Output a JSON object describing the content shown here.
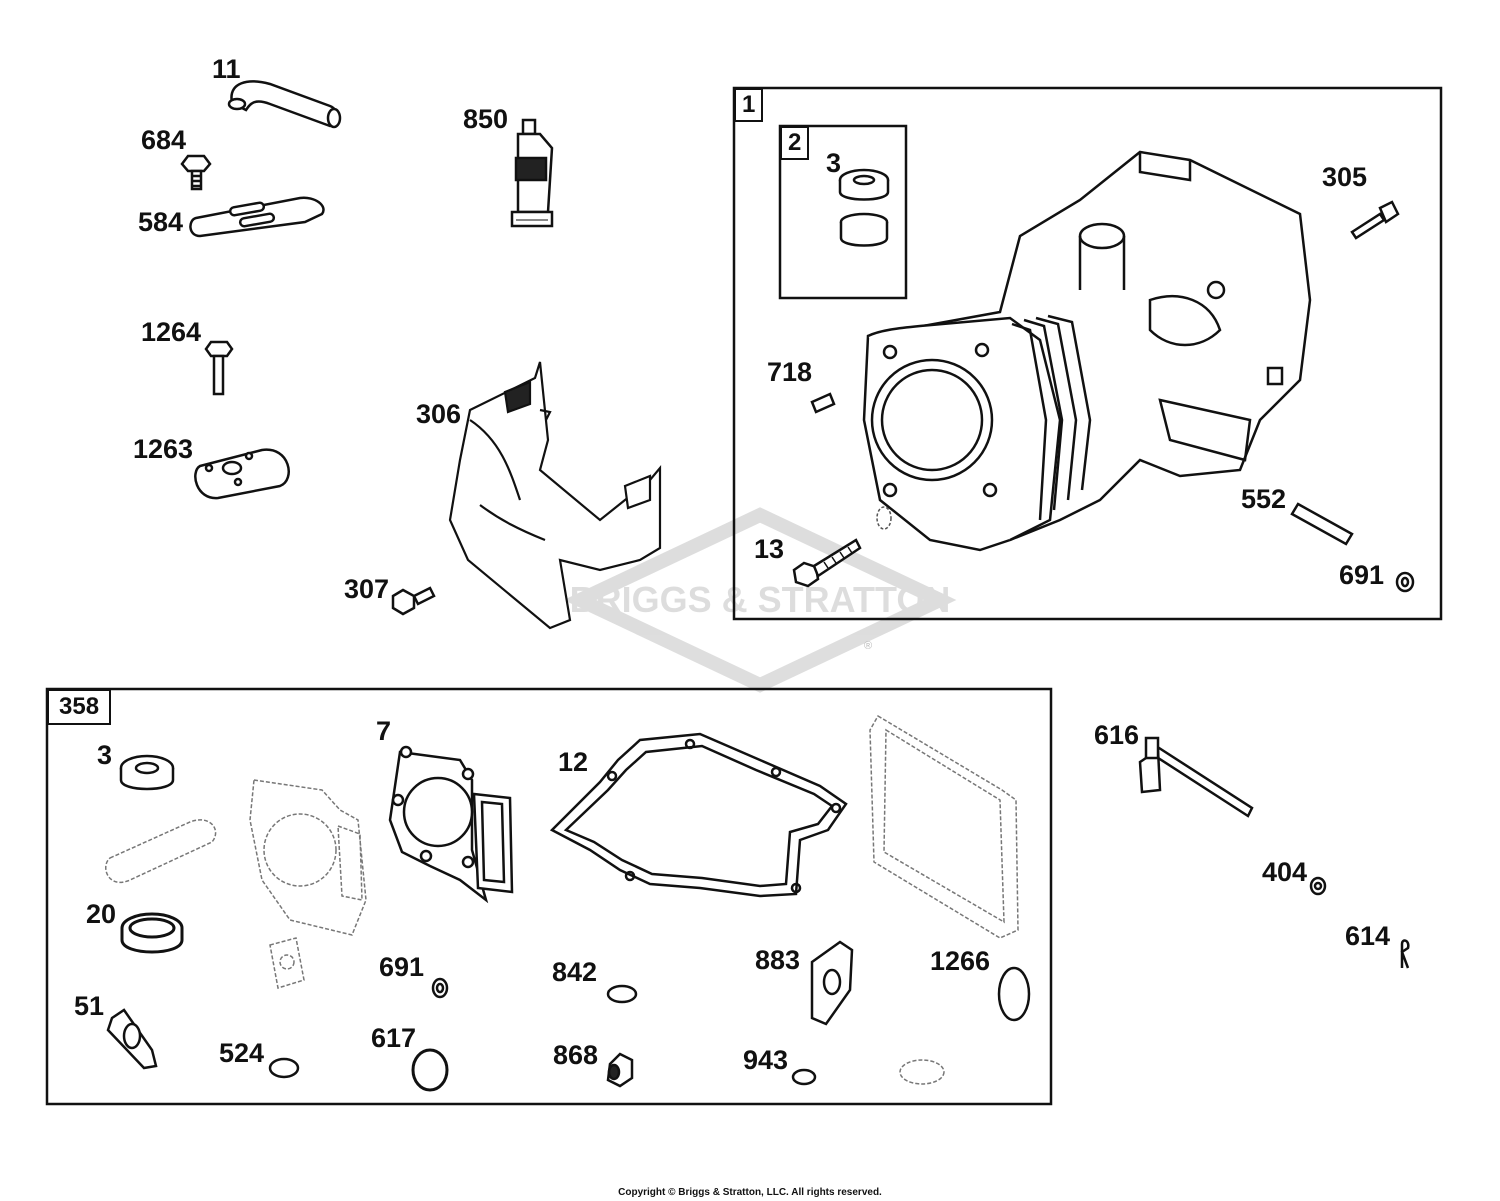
{
  "diagram": {
    "watermark": "BRIGGS & STRATTON",
    "watermark_mark": "®",
    "copyright": "Copyright © Briggs & Stratton, LLC. All rights reserved.",
    "boxes": {
      "cylinder_assembly": "1",
      "bushing_kit": "2",
      "gasket_set": "358"
    },
    "callouts": {
      "breather_tube": "11",
      "screw_684": "684",
      "breather_cover": "584",
      "sealant": "850",
      "screw_1264": "1264",
      "plate_1263": "1263",
      "air_guide": "306",
      "screw_307": "307",
      "seal_3_top": "3",
      "screw_305": "305",
      "pin_718": "718",
      "screw_13": "13",
      "tube_552": "552",
      "seal_691_top": "691",
      "seal_3_set": "3",
      "head_gasket_7": "7",
      "sump_gasket_12": "12",
      "seal_20": "20",
      "gasket_51": "51",
      "oring_524": "524",
      "seal_691_set": "691",
      "oring_617": "617",
      "oring_842": "842",
      "seal_868": "868",
      "gasket_883": "883",
      "oring_943": "943",
      "oring_1266": "1266",
      "governor_shaft_616": "616",
      "washer_404": "404",
      "clip_614": "614"
    }
  }
}
